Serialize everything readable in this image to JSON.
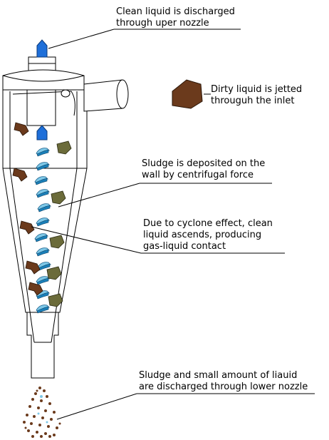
{
  "labels": {
    "clean_discharge": [
      "Clean liquid is discharged",
      "through uper nozzle"
    ],
    "dirty_inlet": [
      "Dirty liquid is jetted",
      "througuh the inlet"
    ],
    "sludge_wall": [
      "Sludge is deposited on the",
      "wall by centrifugal force"
    ],
    "cyclone_effect": [
      "Due to cyclone effect, clean",
      "liquid ascends, producing",
      "gas-liquid contact"
    ],
    "lower_discharge": [
      "Sludge and small amount of liauid",
      "are discharged through lower nozzle"
    ]
  },
  "colors": {
    "outline": "#000000",
    "background": "#ffffff",
    "clean_liquid": "#1e6fd9",
    "swirl_light": "#7ec8e8",
    "swirl_dark": "#1a7fb8",
    "sludge_brown": "#6b3a1c",
    "sludge_olive": "#6b6b3a"
  }
}
